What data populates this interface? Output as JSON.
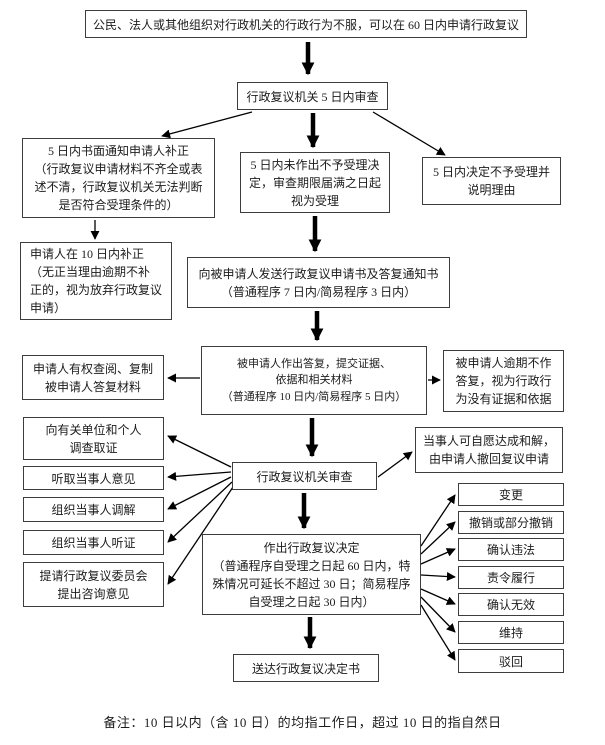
{
  "diagram": {
    "type": "flowchart",
    "language": "zh-CN",
    "colors": {
      "box_border": "#3d3d3d",
      "text": "#1c1c1c",
      "arrow": "#000000",
      "background": "#ffffff"
    },
    "nodes": {
      "start": "公民、法人或其他组织对行政机关的行政行为不服，可以在 60 日内申请行政复议",
      "review_5d": "行政复议机关 5 日内审查",
      "notify_correction": "5 日内书面通知申请人补正\n（行政复议申请材料不齐全或表\n述不清，行政复议机关无法判断\n是否符合受理条件的）",
      "deemed_accepted": "5 日内未作出不予受理决\n定，审查期限届满之日起\n视为受理",
      "reject_with_reason": "5 日内决定不予受理并\n说明理由",
      "correct_in_10d": "申请人在 10 日内补正\n（无正当理由逾期不补\n正的，视为放弃行政复议\n申请）",
      "send_documents": "向被申请人发送行政复议申请书及答复通知书\n（普通程序 7 日内/简易程序 3 日内）",
      "respondent_reply": "被申请人作出答复，提交证据、\n依据和相关材料\n（普通程序 10 日内/简易程序 5 日内）",
      "applicant_copy_right": "申请人有权查阅、复制\n被申请人答复材料",
      "overdue_no_reply": "被申请人逾期不作\n答复，视为行政行\n为没有证据和依据",
      "investigate": "向有关单位和个人\n调查取证",
      "listen_opinions": "听取当事人意见",
      "organize_mediation": "组织当事人调解",
      "organize_hearing": "组织当事人听证",
      "consult_committee": "提请行政复议委员会\n提出咨询意见",
      "organ_review": "行政复议机关审查",
      "settlement": "当事人可自愿达成和解，\n由申请人撤回复议申请",
      "make_decision": "作出行政复议决定\n（普通程序自受理之日起 60 日内，特\n殊情况可延长不超过 30 日；简易程序\n自受理之日起 30 日内）",
      "deliver_decision": "送达行政复议决定书"
    },
    "outcomes": [
      "变更",
      "撤销或部分撤销",
      "确认违法",
      "责令履行",
      "确认无效",
      "维持",
      "驳回"
    ],
    "note": "备注：10 日以内（含 10 日）的均指工作日，超过 10 日的指自然日"
  }
}
